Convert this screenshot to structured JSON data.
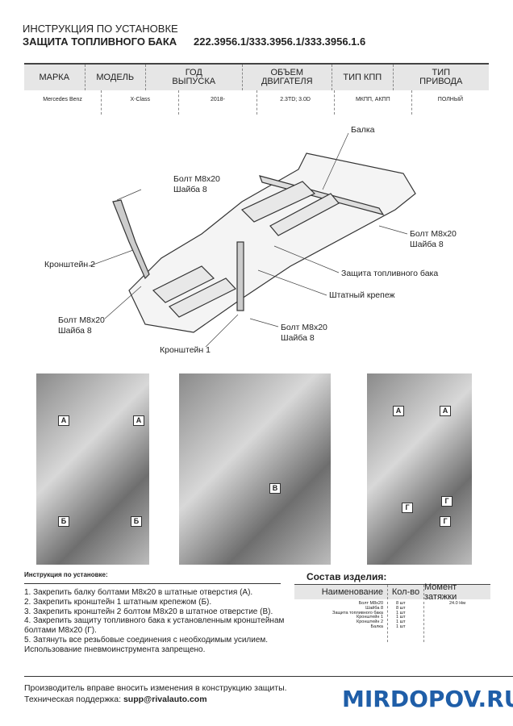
{
  "header": {
    "subtitle": "ИНСТРУКЦИЯ ПО УСТАНОВКЕ",
    "title": "ЗАЩИТА ТОПЛИВНОГО БАКА",
    "part_numbers": "222.3956.1/333.3956.1/333.3956.1.6"
  },
  "spec_table": {
    "headers": [
      "МАРКА",
      "МОДЕЛЬ",
      "ГОД ВЫПУСКА",
      "ОБЪЕМ ДВИГАТЕЛЯ",
      "ТИП КПП",
      "ТИП ПРИВОДА"
    ],
    "row": [
      "Mercedes Benz",
      "X-Class",
      "2018-",
      "2.3TD; 3.0D",
      "МКПП, АКПП",
      "ПОЛНЫЙ"
    ]
  },
  "diagram_labels": {
    "beam": "Балка",
    "bolt_top_1": "Болт M8x20",
    "washer_top_1": "Шайба 8",
    "bolt_right_1": "Болт M8x20",
    "washer_right_1": "Шайба 8",
    "bracket2": "Кронштейн 2",
    "tank_guard": "Защита топливного бака",
    "std_fastener": "Штатный крепеж",
    "bolt_left_1": "Болт M8x20",
    "washer_left_1": "Шайба 8",
    "bolt_bottom_1": "Болт M8x20",
    "washer_bottom_1": "Шайба 8",
    "bracket1": "Кронштейн 1"
  },
  "photo_markers": {
    "a": "А",
    "b": "Б",
    "v": "В",
    "g": "Г"
  },
  "instructions": {
    "title": "Инструкция по установке:",
    "steps": [
      "1. Закрепить балку болтами М8х20 в штатные отверстия (А).",
      "2. Закрепить кронштейн 1 штатным крепежом (Б).",
      "3. Закрепить кронштейн 2 болтом М8х20 в штатное отверстие (В).",
      "4. Закрепить защиту топливного бака к установленным кронштейнам болтами М8х20 (Г).",
      "5. Затянуть все резьбовые соединения с необходимым усилием. Использование пневмоинструмента запрещено."
    ]
  },
  "composition": {
    "title": "Состав изделия:",
    "headers": [
      "Наименование",
      "Кол-во",
      "Момент затяжки"
    ],
    "names": [
      "Болт M8x20",
      "Шайба 8",
      "Защита топливного бака",
      "Кронштейн 1",
      "Кронштейн 2",
      "Балка"
    ],
    "qty": [
      "8 шт",
      "8 шт",
      "1 шт",
      "1 шт",
      "1 шт",
      "1 шт"
    ],
    "torque": "24.0 Нм"
  },
  "footer": {
    "note": "Производитель вправе вносить изменения в конструкцию защиты.",
    "support_label": "Техническая поддержка: ",
    "support_email": "supp@rivalauto.com"
  },
  "watermark": "MIRDOPOV.RU"
}
